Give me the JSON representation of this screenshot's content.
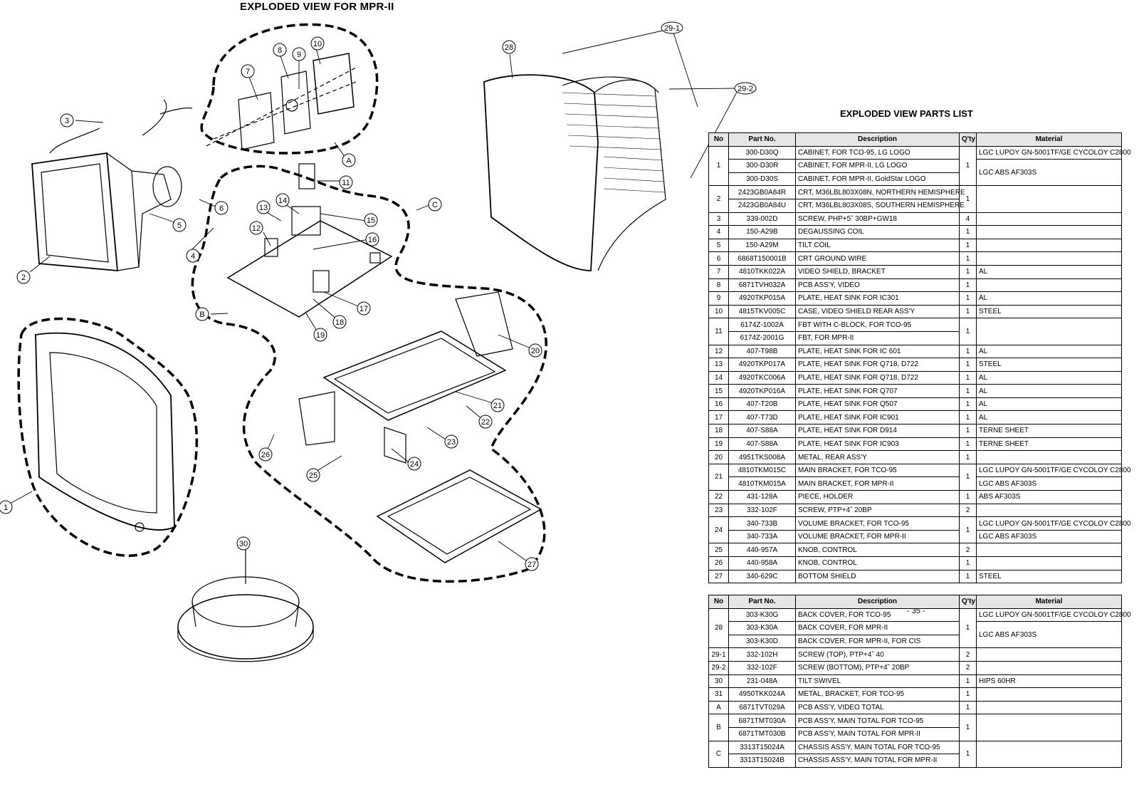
{
  "page_title": "EXPLODED VIEW  FOR MPR-II",
  "parts_list_title": "EXPLODED VIEW PARTS LIST",
  "page_number": "- 35 -",
  "table_headers": {
    "no": "No",
    "part_no": "Part No.",
    "description": "Description",
    "qty": "Q'ty",
    "material": "Material"
  },
  "diagram_callouts": {
    "c1": "1",
    "c2": "2",
    "c3": "3",
    "c4": "4",
    "c5": "5",
    "c6": "6",
    "c7": "7",
    "c8": "8",
    "c9": "9",
    "c10": "10",
    "c11": "11",
    "c12": "12",
    "c13": "13",
    "c14": "14",
    "c15": "15",
    "c16": "16",
    "c17": "17",
    "c18": "18",
    "c19": "19",
    "c20": "20",
    "c21": "21",
    "c22": "22",
    "c23": "23",
    "c24": "24",
    "c25": "25",
    "c26": "26",
    "c27": "27",
    "c28": "28",
    "c29_1": "29-1",
    "c29_2": "29-2",
    "c30": "30",
    "cA": "A",
    "cB": "B",
    "cC": "C"
  },
  "table1_rows": [
    {
      "no": "1",
      "part": "300-D30Q",
      "desc": "CABINET, FOR TCO-95, LG  LOGO",
      "qty": "1",
      "material": "LGC LUPOY GN-5001TF/GE CYCOLOY C2800"
    },
    {
      "no": "",
      "part": "300-D30R",
      "desc": "CABINET, FOR MPR-II, LG  LOGO",
      "qty": "",
      "material": "LGC ABS AF303S"
    },
    {
      "no": "",
      "part": "300-D30S",
      "desc": "CABINET, FOR MPR-II, GoldStar  LOGO",
      "qty": "",
      "material": ""
    },
    {
      "no": "2",
      "part": "2423GB0A84R",
      "desc": "CRT, M36LBL803X08N, NORTHERN HEMISPHERE",
      "qty": "1",
      "material": ""
    },
    {
      "no": "",
      "part": "2423GB0A84U",
      "desc": "CRT, M36LBL803X08S, SOUTHERN HEMISPHERE",
      "qty": "",
      "material": ""
    },
    {
      "no": "3",
      "part": "339-002D",
      "desc": "SCREW, PHP+5ˇ 30BP+GW18",
      "qty": "4",
      "material": ""
    },
    {
      "no": "4",
      "part": "150-A29B",
      "desc": "DEGAUSSING COIL",
      "qty": "1",
      "material": ""
    },
    {
      "no": "5",
      "part": "150-A29M",
      "desc": "TILT COIL",
      "qty": "1",
      "material": ""
    },
    {
      "no": "6",
      "part": "6868T150001B",
      "desc": "CRT GROUND WIRE",
      "qty": "1",
      "material": ""
    },
    {
      "no": "7",
      "part": "4810TKK022A",
      "desc": "VIDEO SHIELD, BRACKET",
      "qty": "1",
      "material": "AL"
    },
    {
      "no": "8",
      "part": "6871TVH032A",
      "desc": "PCB ASS'Y, VIDEO",
      "qty": "1",
      "material": ""
    },
    {
      "no": "9",
      "part": "4920TKP015A",
      "desc": "PLATE, HEAT SINK FOR IC301",
      "qty": "1",
      "material": "AL"
    },
    {
      "no": "10",
      "part": "4815TKV005C",
      "desc": "CASE, VIDEO SHIELD REAR ASS'Y",
      "qty": "1",
      "material": "STEEL"
    },
    {
      "no": "11",
      "part": "6174Z-1002A",
      "desc": "FBT WITH C-BLOCK, FOR TCO-95",
      "qty": "1",
      "material": ""
    },
    {
      "no": "",
      "part": "6174Z-2001G",
      "desc": "FBT, FOR MPR-II",
      "qty": "",
      "material": ""
    },
    {
      "no": "12",
      "part": "407-T98B",
      "desc": "PLATE, HEAT SINK FOR IC 601",
      "qty": "1",
      "material": "AL"
    },
    {
      "no": "13",
      "part": "4920TKP017A",
      "desc": "PLATE, HEAT SINK FOR Q718, D722",
      "qty": "1",
      "material": "STEEL"
    },
    {
      "no": "14",
      "part": "4920TKC006A",
      "desc": "PLATE, HEAT SINK FOR Q718, D722",
      "qty": "1",
      "material": "AL"
    },
    {
      "no": "15",
      "part": "4920TKP016A",
      "desc": "PLATE, HEAT SINK FOR Q707",
      "qty": "1",
      "material": "AL"
    },
    {
      "no": "16",
      "part": "407-T20B",
      "desc": "PLATE, HEAT SINK FOR Q507",
      "qty": "1",
      "material": "AL"
    },
    {
      "no": "17",
      "part": "407-T73D",
      "desc": "PLATE, HEAT SINK FOR IC901",
      "qty": "1",
      "material": "AL"
    },
    {
      "no": "18",
      "part": "407-S88A",
      "desc": "PLATE, HEAT SINK FOR D914",
      "qty": "1",
      "material": "TERNE SHEET"
    },
    {
      "no": "19",
      "part": "407-S88A",
      "desc": "PLATE, HEAT SINK FOR IC903",
      "qty": "1",
      "material": "TERNE SHEET"
    },
    {
      "no": "20",
      "part": "4951TKS008A",
      "desc": "METAL, REAR ASS'Y",
      "qty": "1",
      "material": ""
    },
    {
      "no": "21",
      "part": "4810TKM015C",
      "desc": "MAIN BRACKET, FOR TCO-95",
      "qty": "1",
      "material": "LGC LUPOY GN-5001TF/GE CYCOLOY C2800"
    },
    {
      "no": "",
      "part": "4810TKM015A",
      "desc": "MAIN BRACKET, FOR MPR-II",
      "qty": "",
      "material": "LGC ABS AF303S"
    },
    {
      "no": "22",
      "part": "431-128A",
      "desc": "PIECE, HOLDER",
      "qty": "1",
      "material": "ABS AF303S"
    },
    {
      "no": "23",
      "part": "332-102F",
      "desc": "SCREW, PTP+4ˇ 20BP",
      "qty": "2",
      "material": ""
    },
    {
      "no": "24",
      "part": "340-733B",
      "desc": "VOLUME BRACKET, FOR TCO-95",
      "qty": "1",
      "material": "LGC LUPOY GN-5001TF/GE CYCOLOY C2800"
    },
    {
      "no": "",
      "part": "340-733A",
      "desc": "VOLUME BRACKET, FOR MPR-II",
      "qty": "",
      "material": "LGC ABS AF303S"
    },
    {
      "no": "25",
      "part": "440-957A",
      "desc": "KNOB, CONTROL",
      "qty": "2",
      "material": ""
    },
    {
      "no": "26",
      "part": "440-958A",
      "desc": "KNOB, CONTROL",
      "qty": "1",
      "material": ""
    },
    {
      "no": "27",
      "part": "340-629C",
      "desc": "BOTTOM SHIELD",
      "qty": "1",
      "material": "STEEL"
    }
  ],
  "table2_rows": [
    {
      "no": "28",
      "part": "303-K30G",
      "desc": "BACK COVER, FOR TCO-95",
      "qty": "1",
      "material": "LGC LUPOY GN-5001TF/GE CYCOLOY C2800"
    },
    {
      "no": "",
      "part": "303-K30A",
      "desc": "BACK COVER, FOR MPR-II",
      "qty": "",
      "material": "LGC ABS AF303S"
    },
    {
      "no": "",
      "part": "303-K30D",
      "desc": "BACK COVER, FOR MPR-II, FOR CIS",
      "qty": "",
      "material": ""
    },
    {
      "no": "29-1",
      "part": "332-102H",
      "desc": "SCREW (TOP), PTP+4ˇ 40",
      "qty": "2",
      "material": ""
    },
    {
      "no": "29-2",
      "part": "332-102F",
      "desc": "SCREW (BOTTOM), PTP+4ˇ 20BP",
      "qty": "2",
      "material": ""
    },
    {
      "no": "30",
      "part": "231-048A",
      "desc": "TILT SWIVEL",
      "qty": "1",
      "material": "HIPS 60HR"
    },
    {
      "no": "31",
      "part": "4950TKK024A",
      "desc": "METAL, BRACKET, FOR TCO-95",
      "qty": "1",
      "material": ""
    },
    {
      "no": "A",
      "part": "6871TVT029A",
      "desc": "PCB ASS'Y,  VIDEO  TOTAL",
      "qty": "1",
      "material": ""
    },
    {
      "no": "B",
      "part": "6871TMT030A",
      "desc": "PCB ASS'Y, MAIN TOTAL FOR TCO-95",
      "qty": "1",
      "material": ""
    },
    {
      "no": "",
      "part": "6871TMT030B",
      "desc": "PCB ASS'Y, MAIN TOTAL FOR MPR-II",
      "qty": "",
      "material": ""
    },
    {
      "no": "C",
      "part": "3313T15024A",
      "desc": "CHASSIS ASS'Y, MAIN TOTAL FOR TCO-95",
      "qty": "1",
      "material": ""
    },
    {
      "no": "",
      "part": "3313T15024B",
      "desc": "CHASSIS ASS'Y, MAIN TOTAL FOR MPR-II",
      "qty": "",
      "material": ""
    }
  ]
}
